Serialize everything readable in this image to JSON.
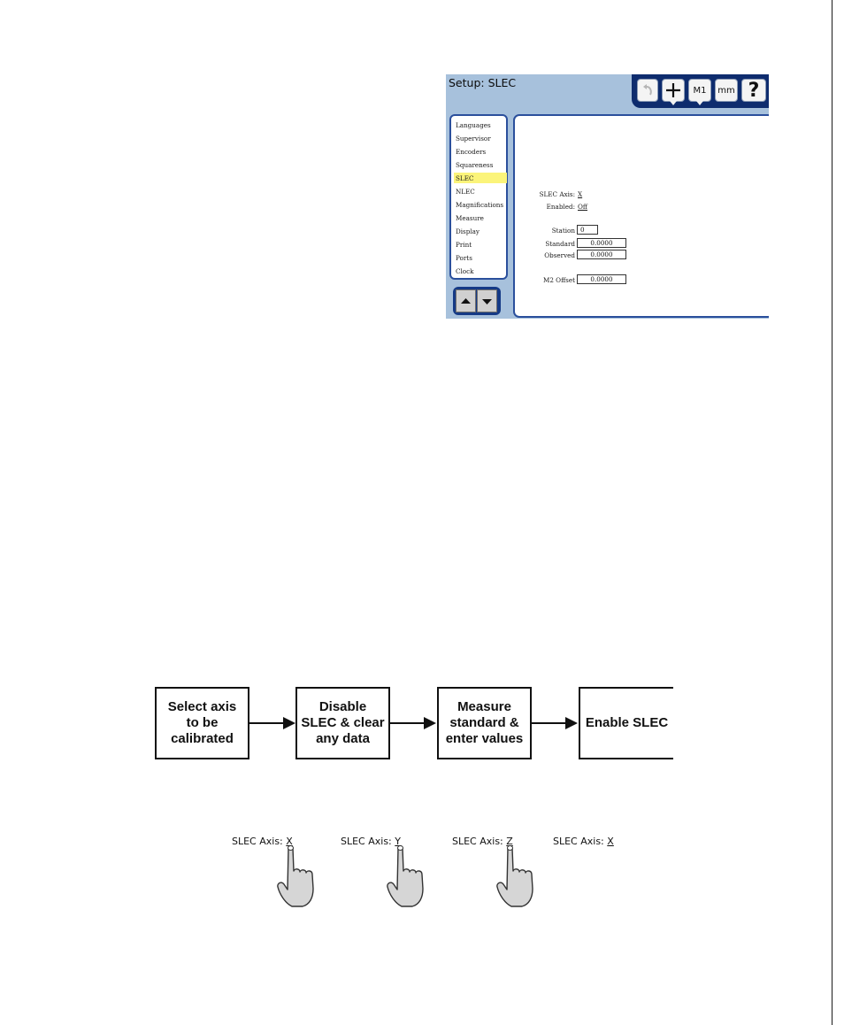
{
  "screen": {
    "title": "Setup: SLEC",
    "toolbar": {
      "undo_icon": "undo-arrow-icon",
      "plus_icon": "plus-icon",
      "m1_label": "M1",
      "mm_label": "mm",
      "help_label": "?"
    },
    "menu": {
      "items": [
        "Languages",
        "Supervisor",
        "Encoders",
        "Squareness",
        "SLEC",
        "NLEC",
        "Magnifications",
        "Measure",
        "Display",
        "Print",
        "Ports",
        "Clock"
      ],
      "selected": "SLEC",
      "scroll_icons": [
        "arrow-up-icon",
        "arrow-down-icon"
      ]
    },
    "form": {
      "slec_axis_label": "SLEC Axis:",
      "slec_axis_value": "X",
      "enabled_label": "Enabled:",
      "enabled_value": "Off",
      "station_label": "Station",
      "station_value": "0",
      "standard_label": "Standard",
      "standard_value": "0.0000",
      "observed_label": "Observed",
      "observed_value": "0.0000",
      "m2_offset_label": "M2 Offset",
      "m2_offset_value": "0.0000"
    },
    "colors": {
      "background": "#a7c1dc",
      "frame": "#2a4f9c",
      "toolbar": "#0e2c6e",
      "highlight": "#fbf47a"
    }
  },
  "flow": {
    "steps": [
      "Select axis to be calibrated",
      "Disable SLEC & clear any data",
      "Measure standard & enter values",
      "Enable SLEC"
    ]
  },
  "toggle": {
    "items": [
      {
        "label": "SLEC Axis:",
        "value": "X"
      },
      {
        "label": "SLEC Axis:",
        "value": "Y"
      },
      {
        "label": "SLEC Axis:",
        "value": "Z"
      },
      {
        "label": "SLEC Axis:",
        "value": "X"
      }
    ],
    "hand_icon": "pointing-hand-icon"
  }
}
